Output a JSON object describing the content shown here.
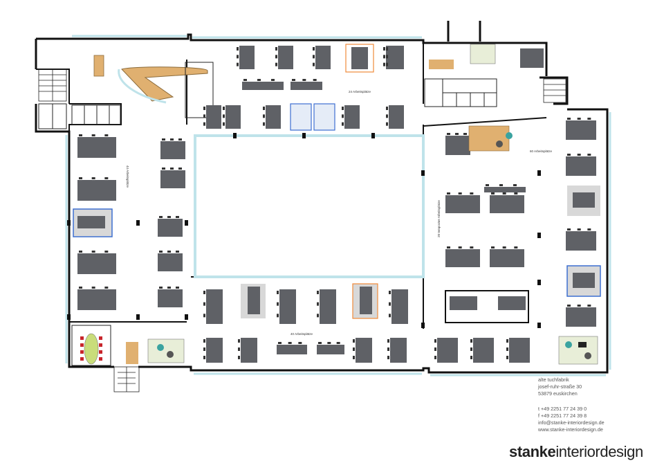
{
  "zones": {
    "north": "24 Arbeitsplätze",
    "west": "44 Arbeitsplätze",
    "south": "40 Arbeitsplätze",
    "east": "60 Arbeitsplätze",
    "east_temp": "20 temporäre Arbeitsplätze"
  },
  "address": {
    "line1": "alte tuchfabrik",
    "line2": "josef-ruhr-straße 30",
    "line3": "53879 euskirchen",
    "phone": "t +49 2251 77 24 39 0",
    "fax": "f +49 2251 77 24 39 8",
    "email": "info@stanke-interiordesign.de",
    "web": "www.stanke-interiordesign.de"
  },
  "brand": {
    "bold": "stanke",
    "regular": "interiordesign"
  },
  "colors": {
    "desk": "#5f6166",
    "wall": "#111111",
    "glass": "#bfe3ea",
    "accent_orange": "#f08a3a",
    "accent_blue": "#3c6fd1",
    "table_green": "#c9dd7a",
    "chair_red": "#c8252b",
    "wood": "#e0b070"
  }
}
